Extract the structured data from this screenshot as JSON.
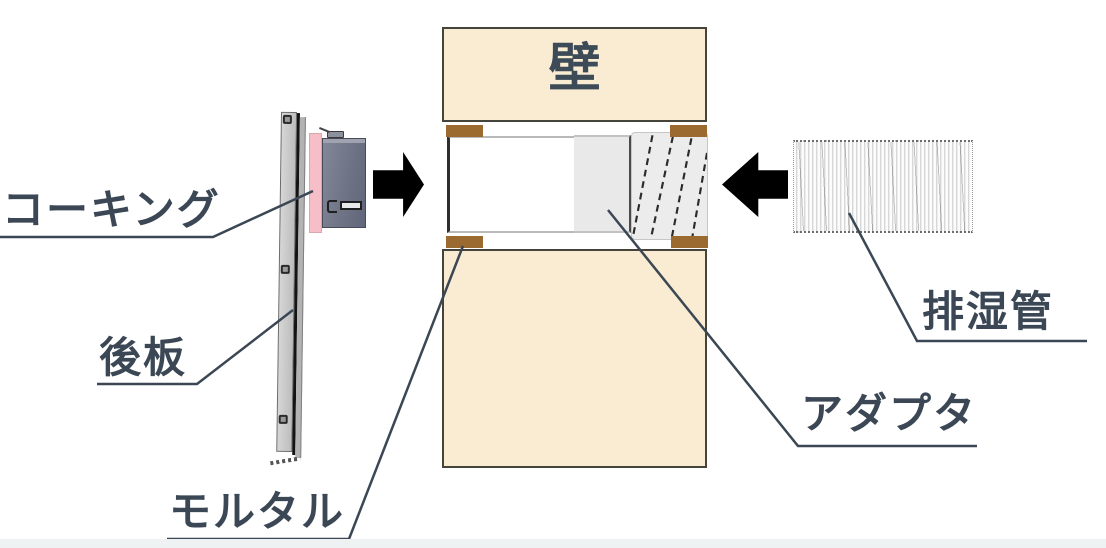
{
  "diagram": {
    "wall_label": "壁",
    "callouts": {
      "caulking": "コーキング",
      "back_plate": "後板",
      "mortar": "モルタル",
      "adapter": "アダプタ",
      "exhaust_duct": "排湿管"
    },
    "icons": {
      "insert_arrow_right": "black-arrow-pointing-right",
      "insert_arrow_left": "black-arrow-pointing-left"
    },
    "colors": {
      "wall_fill": "#faecd2",
      "wall_border": "#45443a",
      "mortar_brown": "#9a6a31",
      "caulking_pink": "#f6bec6",
      "unit_slate": "#6d7284",
      "adapter_gray": "#e9e9e9",
      "callout_ink": "#3b4754",
      "arrow_black": "#000000"
    }
  }
}
